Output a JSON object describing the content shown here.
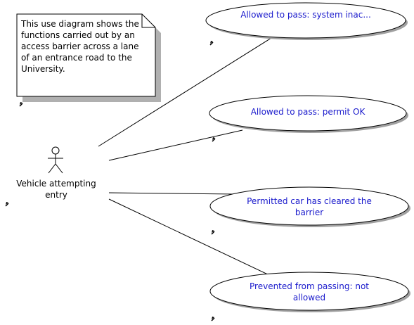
{
  "diagram": {
    "note": {
      "text": "This use diagram shows the\nfunctions carried out by an\naccess barrier across a lane\nof an entrance road to the\nUniversity."
    },
    "actor": {
      "label": "Vehicle attempting\nentry"
    },
    "use_cases": [
      {
        "label": "Allowed to pass: system inac..."
      },
      {
        "label": "Allowed to pass: permit OK"
      },
      {
        "label": "Permitted car has cleared the\nbarrier"
      },
      {
        "label": "Prevented from passing: not\nallowed"
      }
    ],
    "colors": {
      "use_case_text": "#1a1acc",
      "outline": "#000000",
      "background": "#ffffff"
    },
    "icons": [
      "actor-stick-figure",
      "shortcut-arrow-icon"
    ]
  }
}
